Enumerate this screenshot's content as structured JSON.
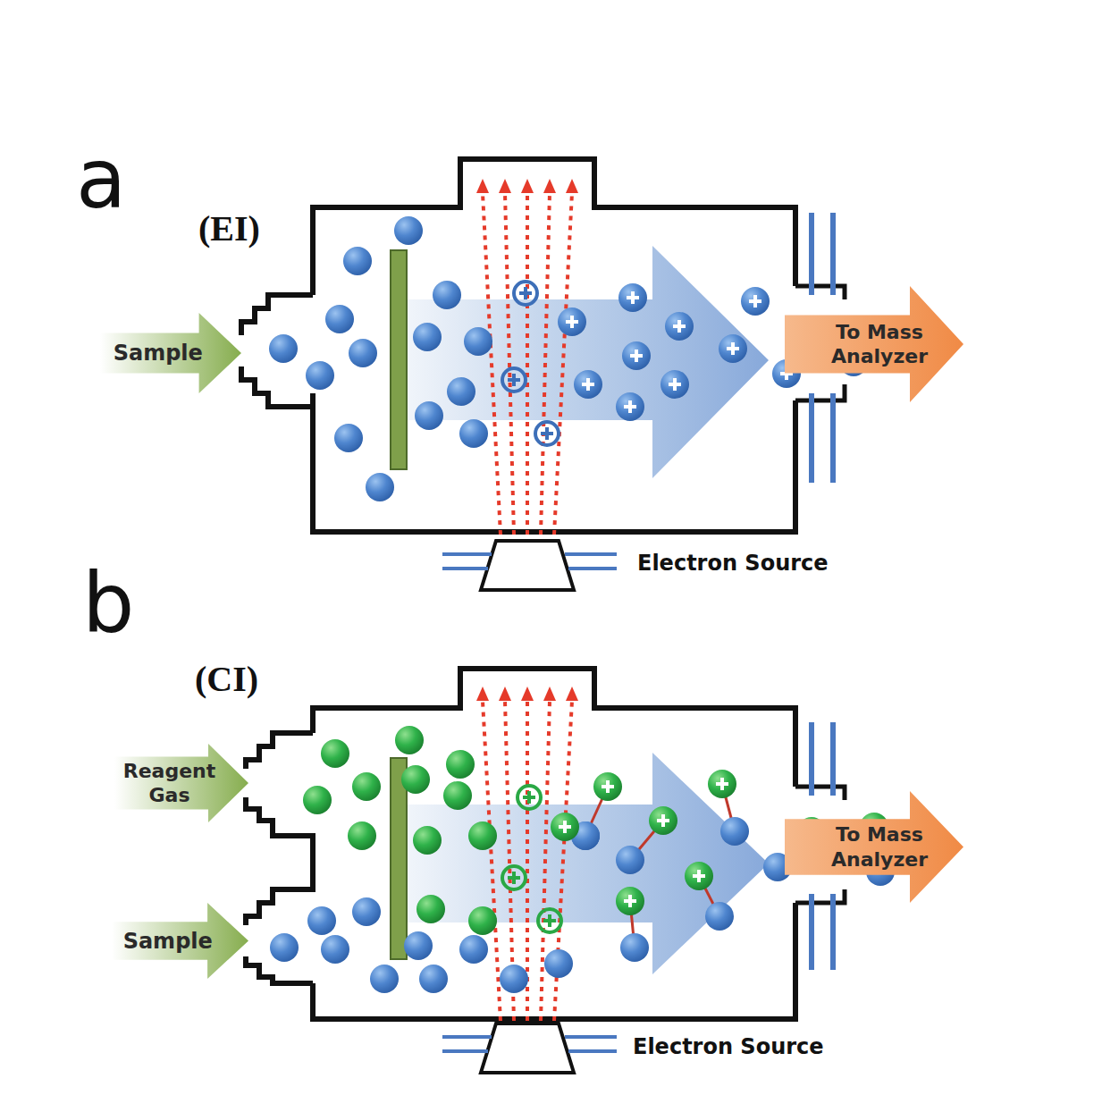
{
  "diagram": {
    "nodes": [
      {
        "text": [
          "Sample"
        ]
      },
      {
        "text": [
          "To Mass Analyzer"
        ]
      },
      {
        "text": [
          "Reagent Gas"
        ]
      },
      {
        "text": [
          "Sample"
        ]
      },
      {
        "text": [
          "To Mass Analyzer"
        ]
      }
    ],
    "labels": [
      "a",
      "(EI)",
      "Electron Source",
      "b",
      "(CI)",
      "Electron Source"
    ]
  }
}
